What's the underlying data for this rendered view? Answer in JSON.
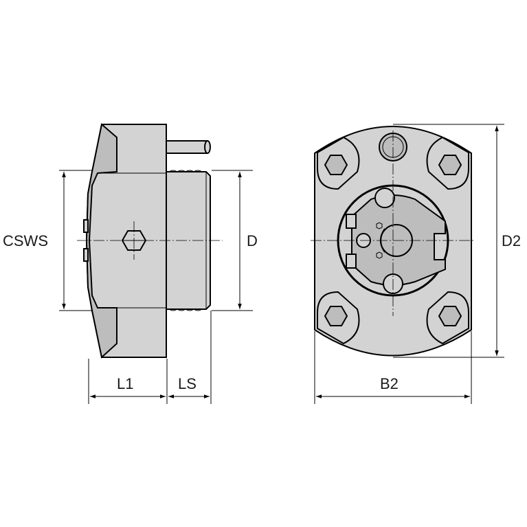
{
  "labels": {
    "cswS": "CSWS",
    "d": "D",
    "d2": "D2",
    "l1": "L1",
    "ls": "LS",
    "b2": "B2"
  },
  "colors": {
    "body": "#d3d3d3",
    "shade": "#bdbdbd",
    "line": "#000000"
  }
}
